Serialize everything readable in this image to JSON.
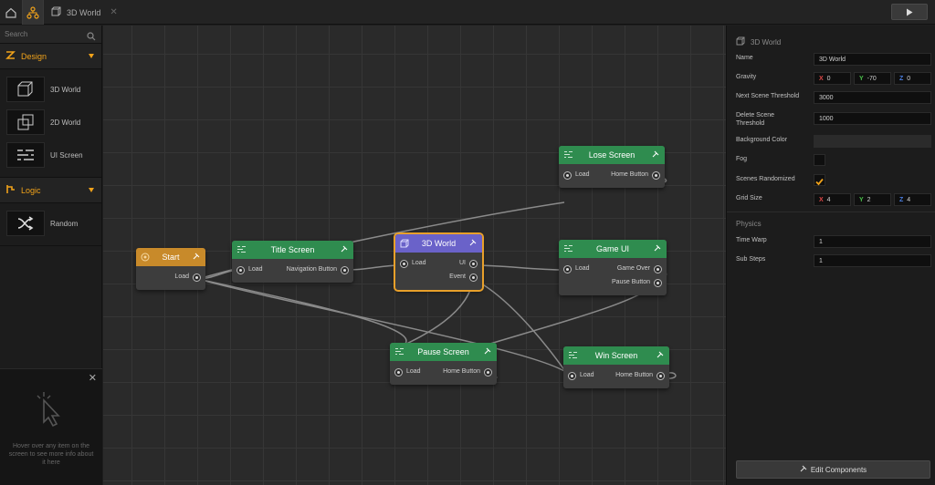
{
  "tabs": {
    "active_doc": "3D World"
  },
  "sidebar": {
    "search_placeholder": "Search",
    "design_label": "Design",
    "design_items": [
      {
        "label": "3D World",
        "icon": "cube-icon"
      },
      {
        "label": "2D World",
        "icon": "squares-icon"
      },
      {
        "label": "UI Screen",
        "icon": "ui-screen-icon"
      }
    ],
    "logic_label": "Logic",
    "logic_items": [
      {
        "label": "Random",
        "icon": "shuffle-icon"
      }
    ],
    "hover_text": "Hover over any item on the screen to see more info about it here"
  },
  "nodes": {
    "start": {
      "title": "Start",
      "out": "Load"
    },
    "title_screen": {
      "title": "Title Screen",
      "in": "Load",
      "out": "Navigation Button"
    },
    "world3d": {
      "title": "3D World",
      "in": "Load",
      "out1": "UI",
      "out2": "Event"
    },
    "lose_screen": {
      "title": "Lose Screen",
      "in": "Load",
      "out": "Home Button"
    },
    "game_ui": {
      "title": "Game UI",
      "in": "Load",
      "out1": "Game Over",
      "out2": "Pause Button"
    },
    "pause_screen": {
      "title": "Pause Screen",
      "in": "Load",
      "out": "Home Button"
    },
    "win_screen": {
      "title": "Win Screen",
      "in": "Load",
      "out": "Home Button"
    }
  },
  "properties": {
    "header": "3D World",
    "name_label": "Name",
    "name_value": "3D World",
    "gravity_label": "Gravity",
    "gravity_x": "0",
    "gravity_y": "-70",
    "gravity_z": "0",
    "next_threshold_label": "Next Scene Threshold",
    "next_threshold_value": "3000",
    "delete_threshold_label_1": "Delete Scene",
    "delete_threshold_label_2": "Threshold",
    "delete_threshold_value": "1000",
    "bg_color_label": "Background Color",
    "fog_label": "Fog",
    "randomized_label": "Scenes Randomized",
    "grid_label": "Grid Size",
    "grid_x": "4",
    "grid_y": "2",
    "grid_z": "4",
    "axis_x": "X",
    "axis_y": "Y",
    "axis_z": "Z",
    "physics_label": "Physics",
    "time_warp_label": "Time Warp",
    "time_warp_value": "1",
    "sub_steps_label": "Sub Steps",
    "sub_steps_value": "1",
    "edit_components": "Edit Components"
  },
  "colors": {
    "accent": "#f0a21a",
    "node_green": "#2f8c4f",
    "node_orange": "#c88a2a",
    "node_blue": "#6a62c9",
    "check": "#f0a21a"
  }
}
